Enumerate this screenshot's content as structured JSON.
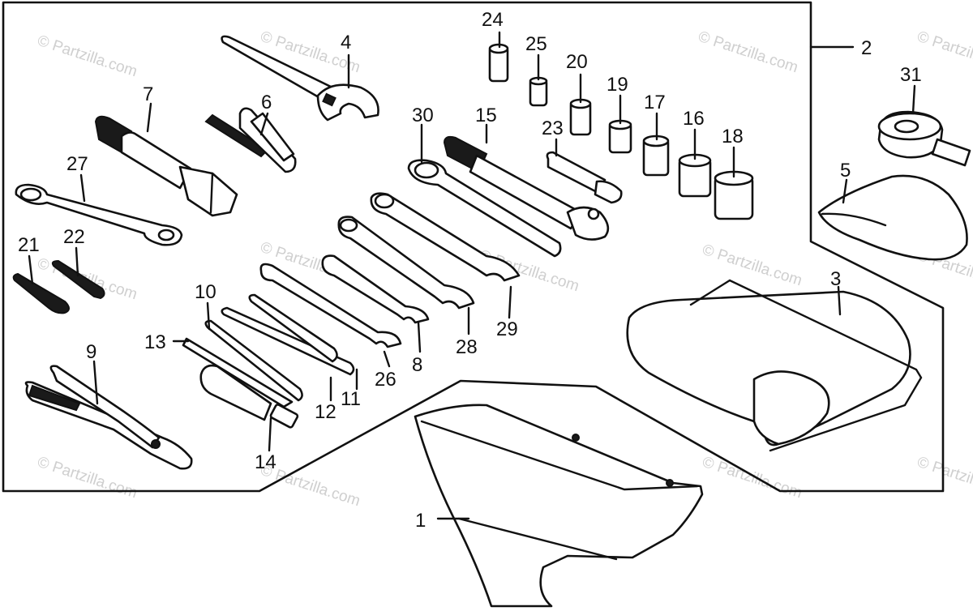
{
  "watermark": "© Partzilla.com",
  "callouts": [
    "1",
    "2",
    "3",
    "4",
    "5",
    "6",
    "7",
    "8",
    "9",
    "10",
    "11",
    "12",
    "13",
    "14",
    "15",
    "16",
    "17",
    "18",
    "19",
    "20",
    "21",
    "22",
    "23",
    "24",
    "25",
    "26",
    "27",
    "28",
    "29",
    "30",
    "31"
  ]
}
